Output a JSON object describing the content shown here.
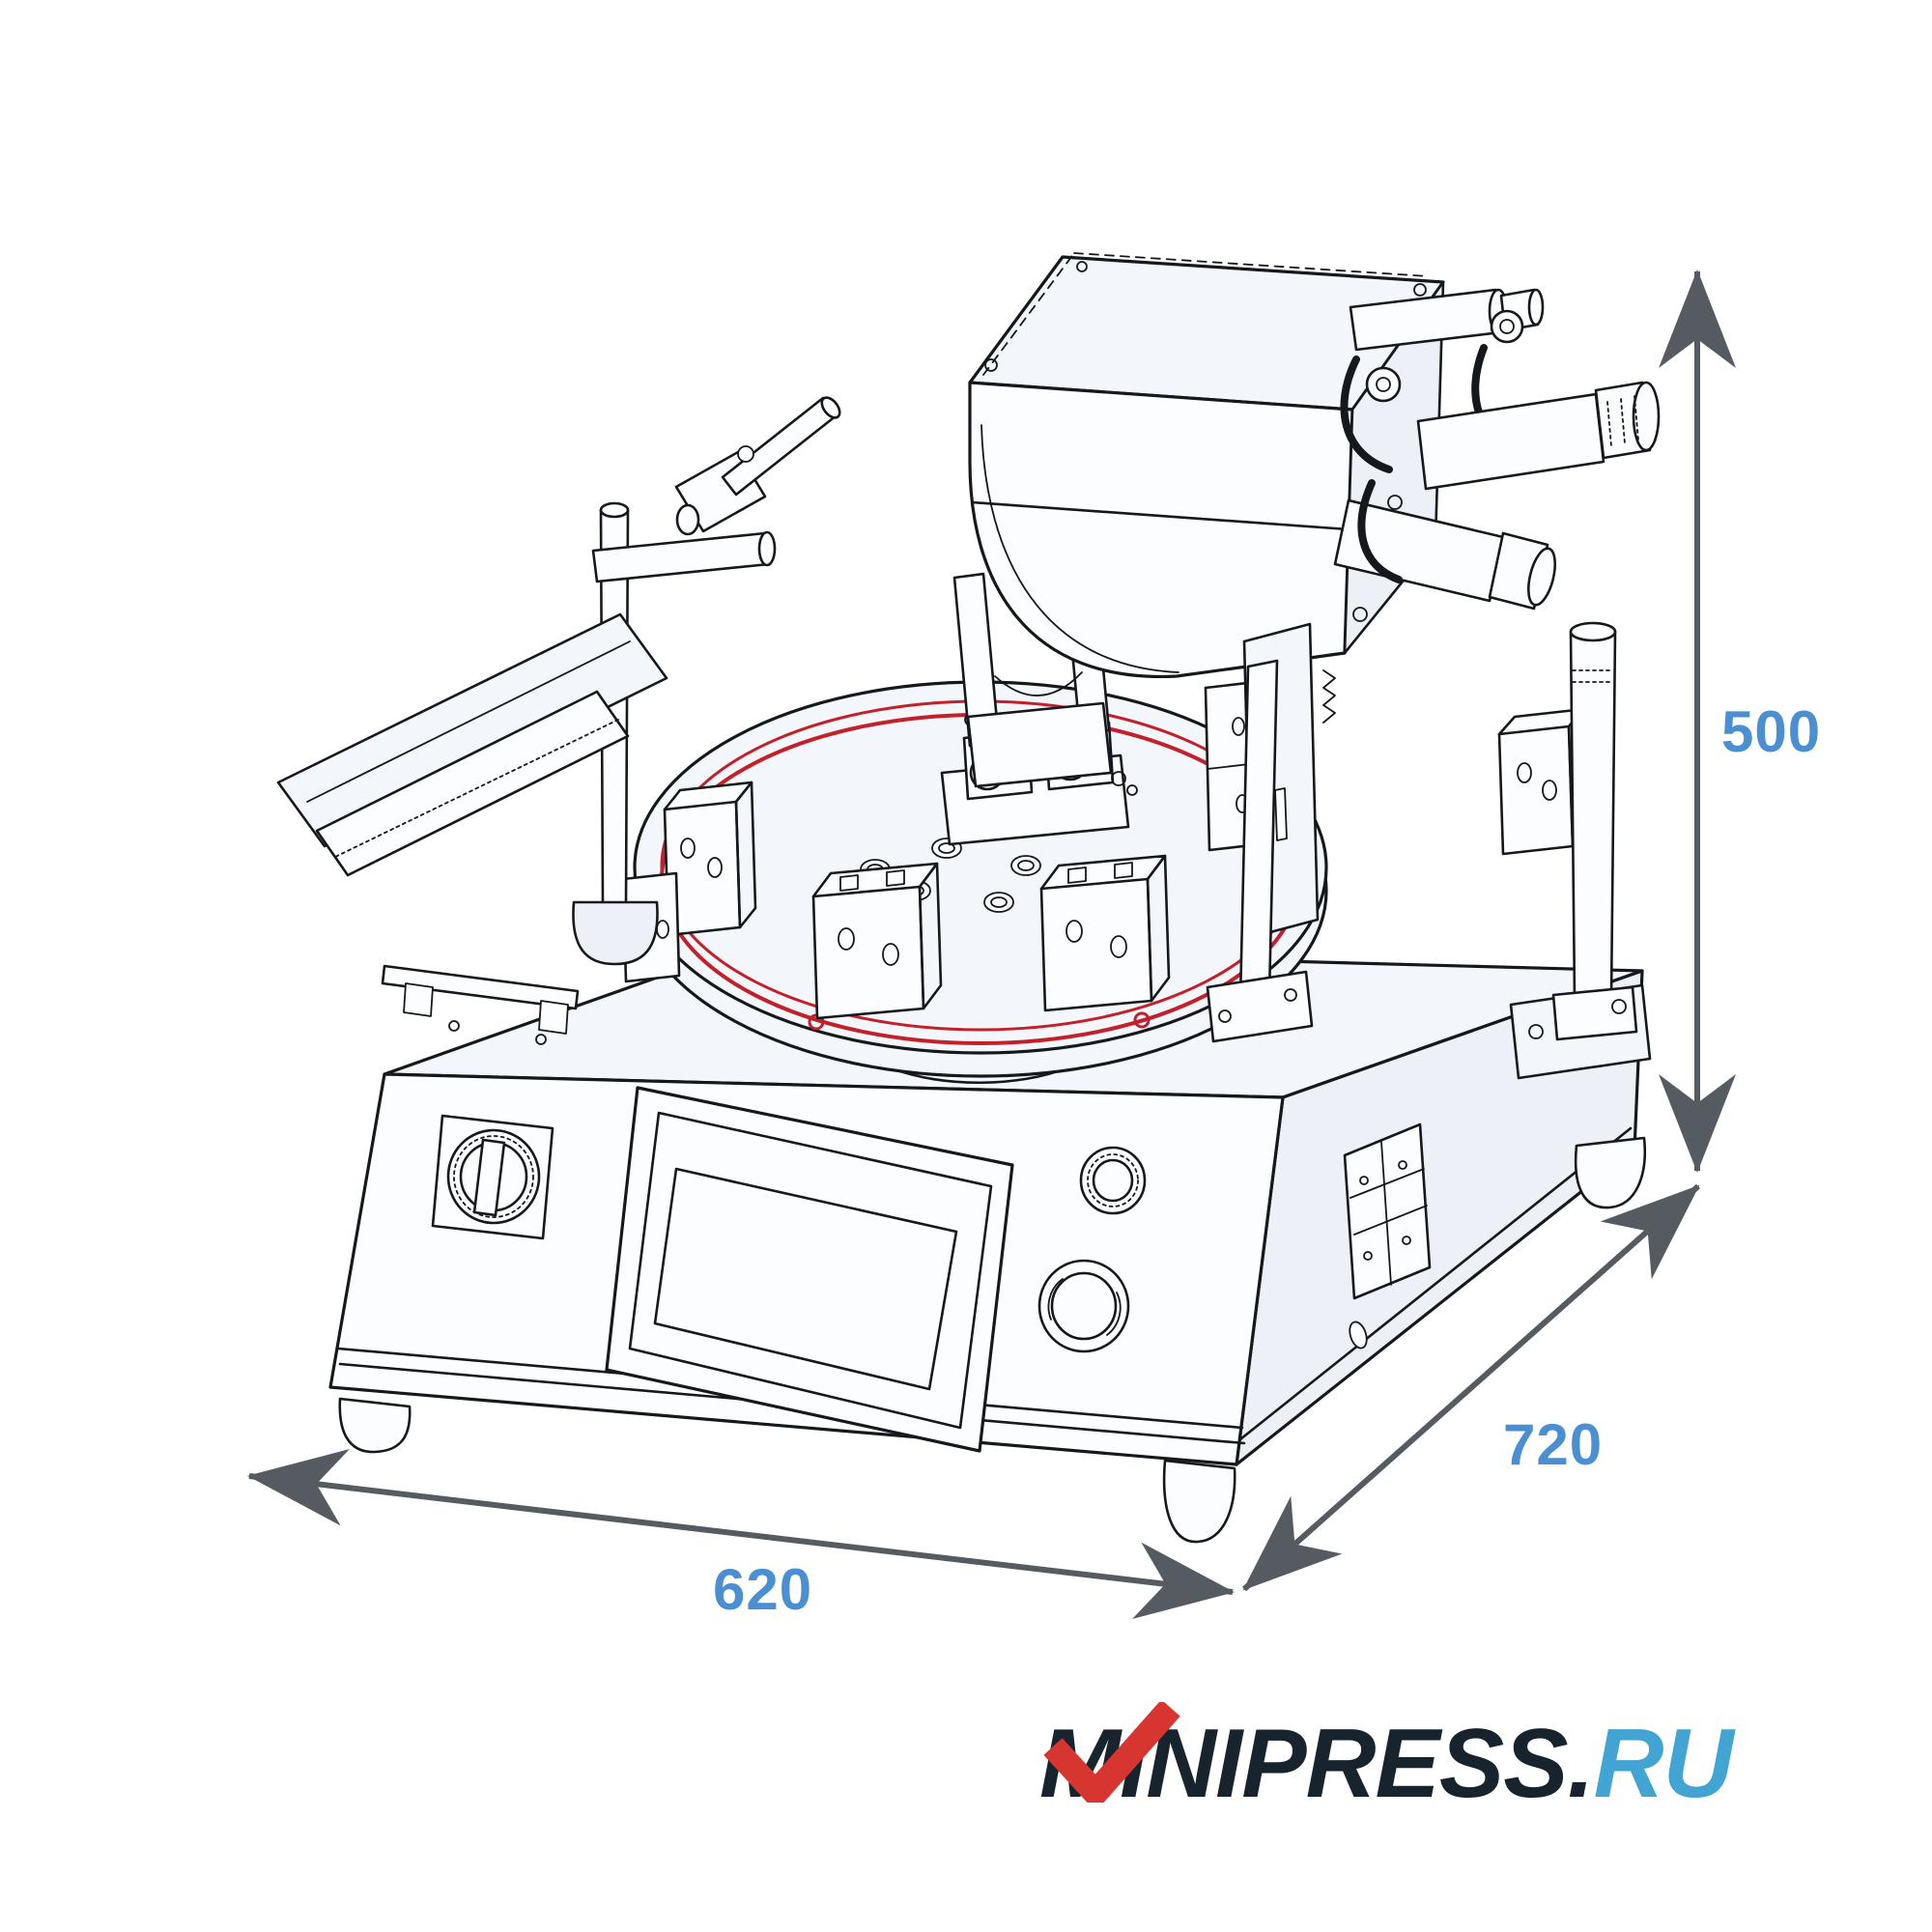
{
  "illustration": {
    "type": "isometric technical line drawing",
    "subject": "benchtop automatic machine with rotary turntable, touchscreen control panel, power switch, start and emergency-stop buttons, feeding chute, sensor post and triple pneumatic head",
    "turntable_ring_color": "#c2202a"
  },
  "dimensions": {
    "height": "500",
    "depth": "720",
    "width": "620"
  },
  "logo": {
    "letter_m": "M",
    "name_rest": "INIPRESS.",
    "tld": "RU"
  },
  "colors": {
    "dimension_text": "#4a8fd2",
    "dimension_arrow": "#565b62",
    "turntable_ring_red": "#c2202a",
    "logo_dark": "#18242d",
    "logo_blue": "#41a4d2",
    "logo_check_red": "#d6362f",
    "drawing_line": "#15181c",
    "background": "#ffffff"
  }
}
